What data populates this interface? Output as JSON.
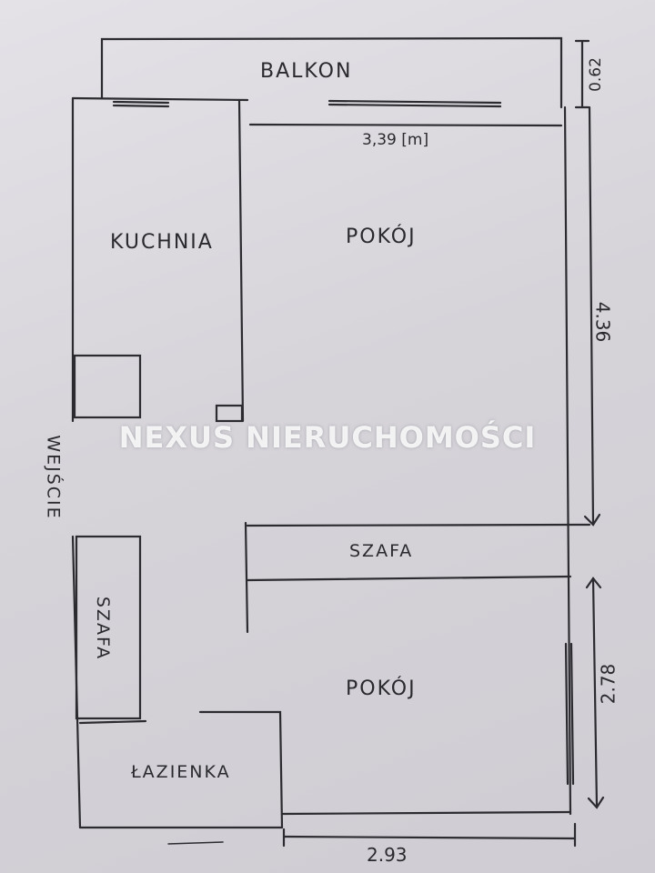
{
  "plan": {
    "rooms": {
      "balkon": "BALKON",
      "kuchnia": "KUCHNIA",
      "pokoj_top": "POKÓJ",
      "szafa_mid": "SZAFA",
      "wejscie": "WEJŚCIE",
      "szafa_left": "SZAFA",
      "pokoj_bottom": "POKÓJ",
      "lazienka": "ŁAZIENKA"
    },
    "dimensions": {
      "balcony_depth": "0.62",
      "room_width": "3,39 [m]",
      "room_height": "4.36",
      "lower_height": "2.78",
      "lower_width": "2.93"
    }
  },
  "watermark": "NEXUS NIERUCHOMOŚCI"
}
